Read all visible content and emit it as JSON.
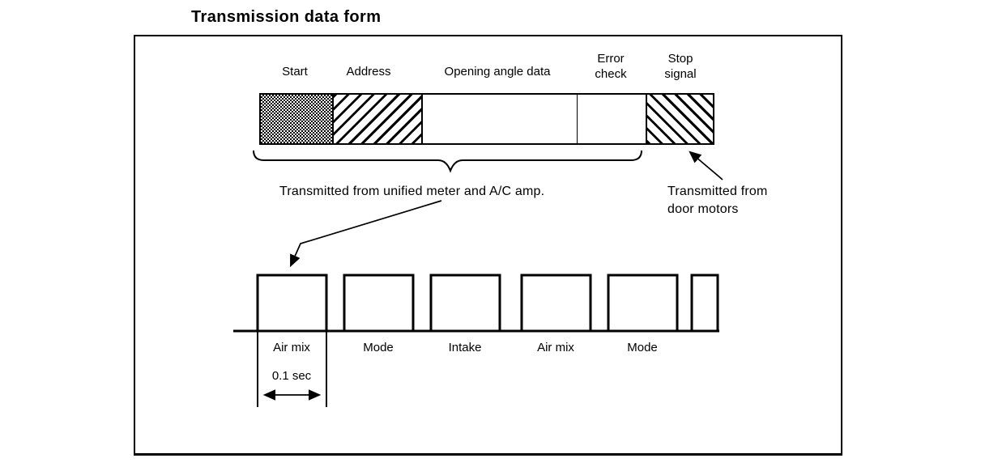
{
  "title": "Transmission data form",
  "frame": {
    "segments": [
      {
        "label": "Start",
        "pattern": "stipple"
      },
      {
        "label": "Address",
        "pattern": "hatch-forward"
      },
      {
        "label": "Opening angle data",
        "pattern": "plain"
      },
      {
        "label": "Error check",
        "pattern": "plain"
      },
      {
        "label": "Stop signal",
        "pattern": "hatch-backward"
      }
    ]
  },
  "annotations": {
    "meter_amp": "Transmitted from unified meter and A/C amp.",
    "door_motors": {
      "line1": "Transmitted from",
      "line2": "door motors"
    }
  },
  "waveform": {
    "pulse_labels": [
      "Air mix",
      "Mode",
      "Intake",
      "Air mix",
      "Mode"
    ],
    "interval_label": "0.1 sec"
  },
  "colors": {
    "ink": "#000000",
    "paper": "#ffffff"
  }
}
